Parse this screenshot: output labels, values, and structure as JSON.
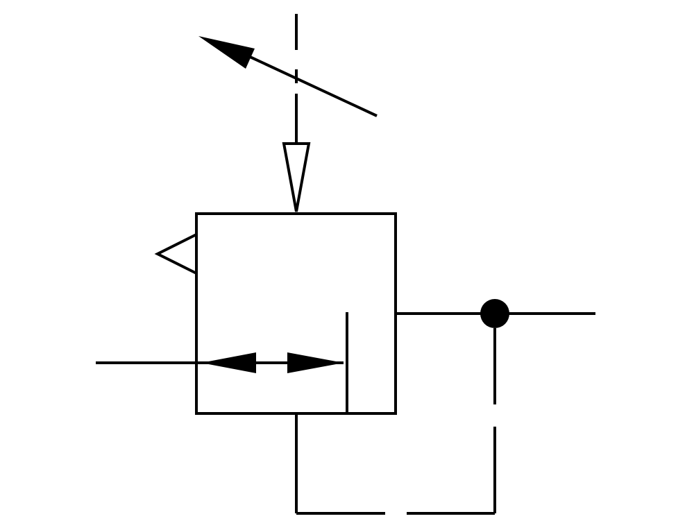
{
  "diagram": {
    "symbol": "pressure-relief-valve-adjustable",
    "colors": {
      "line": "#000000",
      "background": "#ffffff"
    },
    "elements": [
      "valve-body",
      "adjustable-spring-arrow",
      "spring-pilot-arrow",
      "exhaust-port",
      "flow-arrows",
      "outlet-line",
      "junction-dot",
      "pilot-feedback-line"
    ]
  }
}
